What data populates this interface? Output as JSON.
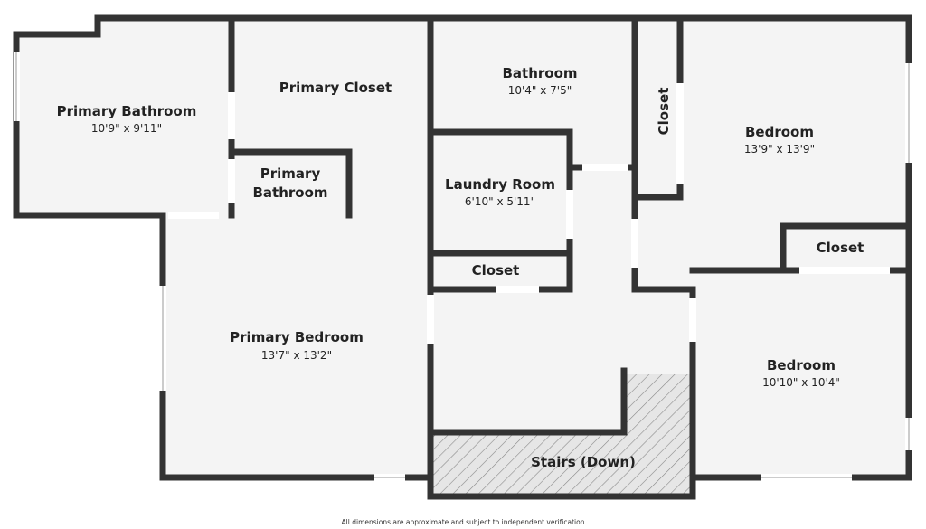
{
  "colors": {
    "wall": "#333333",
    "floor": "#f4f4f4",
    "window": "#ffffff",
    "stairs_fill": "#e6e6e6",
    "stairs_hatch": "#8a8a8a"
  },
  "rooms": {
    "primary_bathroom": {
      "name": "Primary Bathroom",
      "dims": "10'9\" x 9'11\""
    },
    "primary_closet": {
      "name": "Primary Closet"
    },
    "primary_bathroom_small": {
      "name_line1": "Primary",
      "name_line2": "Bathroom"
    },
    "bathroom": {
      "name": "Bathroom",
      "dims": "10'4\" x 7'5\""
    },
    "laundry_room": {
      "name": "Laundry Room",
      "dims": "6'10\" x 5'11\""
    },
    "closet_hall": {
      "name": "Closet"
    },
    "closet_vertical": {
      "name": "Closet"
    },
    "bedroom_upper": {
      "name": "Bedroom",
      "dims": "13'9\" x 13'9\""
    },
    "closet_right": {
      "name": "Closet"
    },
    "primary_bedroom": {
      "name": "Primary Bedroom",
      "dims": "13'7\" x 13'2\""
    },
    "bedroom_lower": {
      "name": "Bedroom",
      "dims": "10'10\" x 10'4\""
    },
    "stairs": {
      "name": "Stairs (Down)"
    }
  },
  "footer": {
    "disclaimer": "All dimensions are approximate and subject to independent verification"
  }
}
